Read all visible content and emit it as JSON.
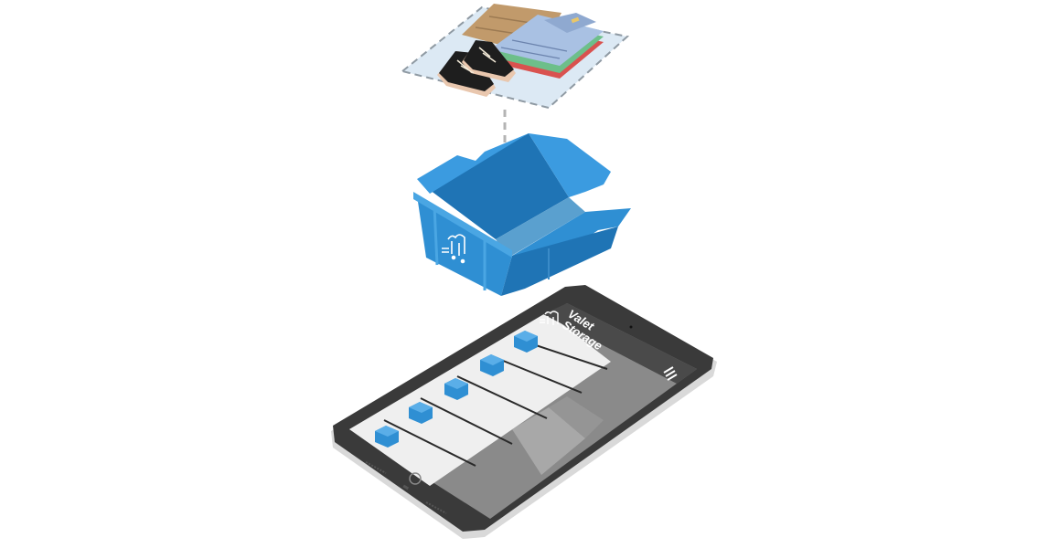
{
  "scene": {
    "description": "Isometric illustration: folded clothes and sneakers above a blue storage bin, above a tablet showing a storage app",
    "colors": {
      "background": "#ffffff",
      "bin_blue": "#2f8fd3",
      "bin_blue_dark": "#1f74b5",
      "bin_blue_light": "#4aa6e3",
      "tablet_bezel": "#3a3a3a",
      "tablet_frame": "#d9d9d9",
      "screen_light": "#efefef",
      "screen_gray": "#8a8a8a",
      "tray": "#dce9f4",
      "khaki": "#c19a6b",
      "shirt": "#a9c1e3",
      "shirt_green": "#6dbf8a",
      "shirt_red": "#d9524f",
      "shoe": "#1e1e1e",
      "shoe_sole": "#e9c7ae"
    }
  },
  "tray": {
    "items": [
      "khaki-pants",
      "folded-shirt",
      "black-sneakers"
    ]
  },
  "bin": {
    "logo_icon": "valet-storage-logo"
  },
  "tablet": {
    "app": {
      "brand_line1": "Valet",
      "brand_line2": "Storage",
      "menu_icon": "hamburger-menu"
    },
    "list_items": [
      {
        "icon": "blue-box"
      },
      {
        "icon": "blue-box"
      },
      {
        "icon": "blue-box"
      },
      {
        "icon": "blue-box"
      },
      {
        "icon": "blue-box"
      }
    ]
  }
}
